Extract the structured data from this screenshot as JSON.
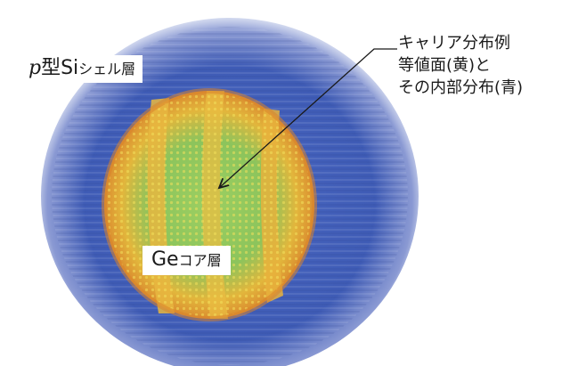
{
  "labels": {
    "shell": {
      "prefix": "p",
      "rest": "型Si",
      "suffix": "シェル層"
    },
    "core": {
      "main": "Ge",
      "suffix": "コア層"
    }
  },
  "annotation": {
    "lines": [
      "キャリア分布例",
      "等値面(黄)と",
      "その内部分布(青)"
    ]
  },
  "colors": {
    "shell": "#3f5fb8",
    "core_green": "#7ec46b",
    "core_yellow": "#e8b93a",
    "core_orange": "#e08a2c",
    "background": "#ffffff"
  }
}
